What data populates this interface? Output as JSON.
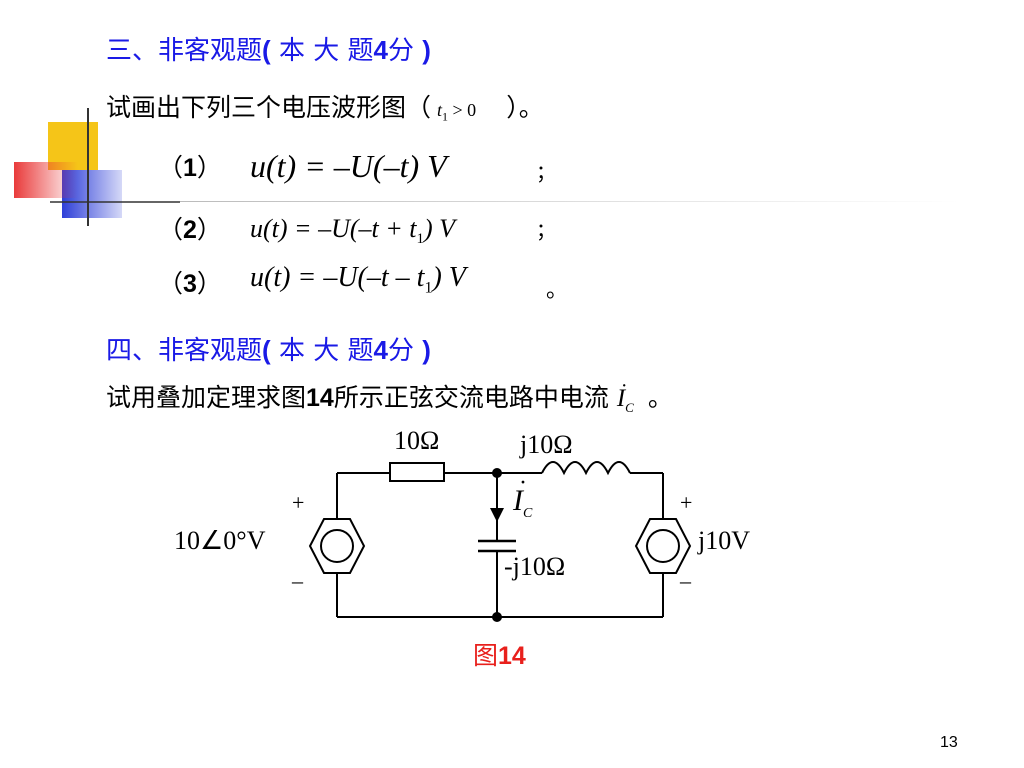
{
  "section3": {
    "heading_prefix": "三、非客观题",
    "heading_open": "(",
    "heading_ben": "本",
    "heading_da": "大",
    "heading_ti": "题",
    "heading_num": "4",
    "heading_fen": "分",
    "heading_close": ")",
    "intro_text": "试画出下列三个电压波形图（",
    "intro_cond_var": "t",
    "intro_cond_sub": "1",
    "intro_cond_rel": " > 0",
    "intro_end": "）。",
    "items": [
      {
        "label_open": "（",
        "label_num": "1",
        "label_close": "）",
        "formula": "u(t) = –U(–t) V",
        "punct": "；"
      },
      {
        "label_open": "（",
        "label_num": "2",
        "label_close": "）",
        "formula_a": "u(t) = –U(–t + t",
        "formula_sub": "1",
        "formula_b": ") V",
        "punct": "；"
      },
      {
        "label_open": "（",
        "label_num": "3",
        "label_close": "）",
        "formula_a": "u(t) = –U(–t – t",
        "formula_sub": "1",
        "formula_b": ") V",
        "punct": "。"
      }
    ]
  },
  "section4": {
    "heading_prefix": "四、非客观题",
    "heading_open": "(",
    "heading_ben": "本",
    "heading_da": "大",
    "heading_ti": "题",
    "heading_num": "4",
    "heading_fen": "分",
    "heading_close": ")",
    "body_a": "试用叠加定理求图",
    "body_num": "14",
    "body_b": "所示正弦交流电路中电流",
    "current_var": "I",
    "current_sub": "C",
    "body_end": "。"
  },
  "circuit": {
    "resistor_label": "10Ω",
    "inductor_label": "j10Ω",
    "capacitor_label": "-j10Ω",
    "current_label": "I",
    "current_sub": "C",
    "left_source_value": "10∠0°V",
    "right_source_value": "j10V",
    "left_plus": "+",
    "left_minus": "–",
    "right_plus": "+",
    "right_minus": "–",
    "figure_label_a": "图",
    "figure_label_num": "14"
  },
  "decor_colors": {
    "yellow": "#f5c518",
    "red": "#e83030",
    "blue": "#2e3fd8",
    "line": "#333333"
  },
  "page_number": "13"
}
